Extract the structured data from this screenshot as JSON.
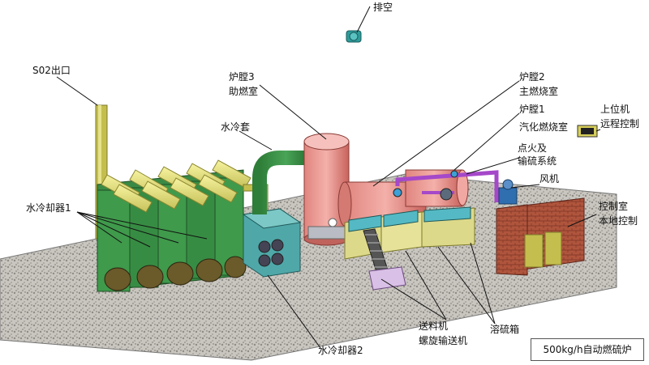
{
  "labels": {
    "vent": "排空",
    "so2_outlet": "S02出口",
    "furnace3": "炉膛3",
    "afterburner": "助燃室",
    "furnace2": "炉膛2",
    "main_chamber": "主燃烧室",
    "furnace1": "炉膛1",
    "vapor_chamber": "汽化燃烧室",
    "host_pc": "上位机",
    "remote_control": "远程控制",
    "water_jacket": "水冷套",
    "ignition": "点火及",
    "sulfur_feed": "输硫系统",
    "fan": "风机",
    "control_room": "控制室",
    "local_control": "本地控制",
    "cooler1": "水冷却器1",
    "feeder": "送料机",
    "screw_conveyor": "螺旋输送机",
    "melting_tank": "溶硫箱",
    "cooler2": "水冷却器2",
    "caption": "500kg/h自动燃硫炉"
  }
}
